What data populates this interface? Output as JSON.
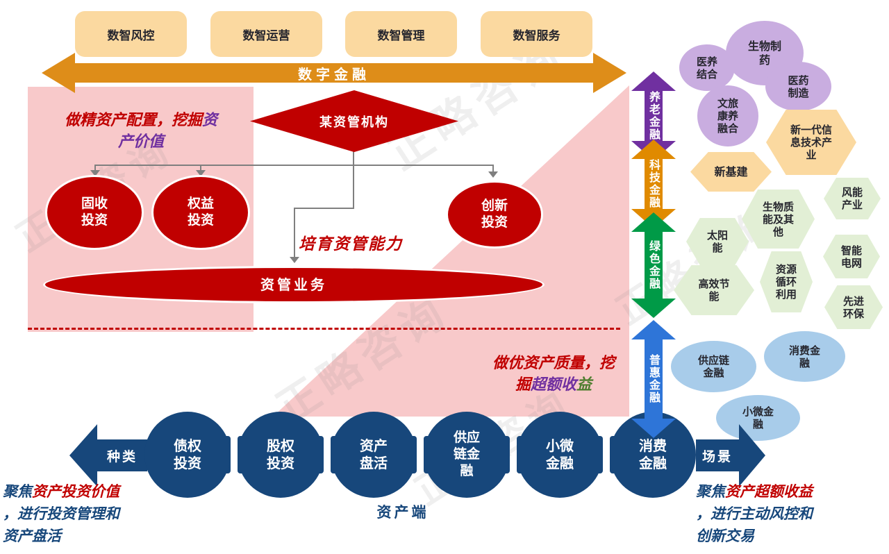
{
  "colors": {
    "red": "#C00000",
    "purple": "#7030A0",
    "dark_blue": "#17477B",
    "green_text": "#4E7D2F",
    "orange_arrow": "#DE8D19",
    "tan_box": "#FBD9A0",
    "pink": "#F8C9CA",
    "pension_arrow": "#7030A0",
    "tech_arrow": "#E08A00",
    "green_arrow": "#009A47",
    "inclusive_arrow": "#2E75D8",
    "purple_bubble": "#C9ADE0",
    "green_hex": "#E2EFD5",
    "blue_bubble": "#A8CCEA",
    "circle_blue": "#17477B",
    "connector_gray": "#7F7F7F"
  },
  "top_boxes": {
    "items": [
      {
        "label": "数智风控"
      },
      {
        "label": "数智运营"
      },
      {
        "label": "数智管理"
      },
      {
        "label": "数智服务"
      }
    ]
  },
  "digital_finance_arrow": {
    "label": "数字金融"
  },
  "diamond": {
    "label": "某资管机构"
  },
  "ellipses": {
    "fixed_income": {
      "label": "固收\n投资"
    },
    "equity": {
      "label": "权益\n投资"
    },
    "innovation": {
      "label": "创新\n投资"
    },
    "asset_mgmt": {
      "label": "资管业务"
    }
  },
  "annotations": {
    "top_left": {
      "segments": [
        {
          "t": "做精资产配置，挖掘",
          "c": "red"
        },
        {
          "t": "资\n产价值",
          "c": "purple"
        }
      ]
    },
    "nurture": {
      "text": "培育资管能力"
    },
    "mid_right": {
      "segments": [
        {
          "t": "做优资产质量，挖\n掘",
          "c": "red"
        },
        {
          "t": "超额收",
          "c": "purple"
        },
        {
          "t": "益",
          "c": "green_text"
        }
      ]
    },
    "bottom_left": {
      "segments": [
        {
          "t": "聚焦",
          "c": "dark_blue"
        },
        {
          "t": "资产投资价值",
          "c": "red"
        },
        {
          "t": "\n，进行投资管理和\n资产盘活",
          "c": "dark_blue"
        }
      ]
    },
    "bottom_right": {
      "segments": [
        {
          "t": "聚焦",
          "c": "dark_blue"
        },
        {
          "t": "资产超额收益",
          "c": "red"
        },
        {
          "t": "\n，进行主动风控和\n创新交易",
          "c": "dark_blue"
        }
      ]
    }
  },
  "finance_tracks": [
    {
      "label": "养老金融"
    },
    {
      "label": "科技金融"
    },
    {
      "label": "绿色金融"
    },
    {
      "label": "普惠金融"
    }
  ],
  "pension_bubbles": [
    {
      "label": "医养\n结合"
    },
    {
      "label": "生物制\n药"
    },
    {
      "label": "医药\n制造"
    },
    {
      "label": "文旅\n康养\n融合"
    }
  ],
  "tech_hexes": [
    {
      "label": "新一代信\n息技术产\n业"
    },
    {
      "label": "新基建"
    }
  ],
  "green_hexes": [
    {
      "label": "生物质\n能及其\n他"
    },
    {
      "label": "风能\n产业"
    },
    {
      "label": "太阳\n能"
    },
    {
      "label": "智能\n电网"
    },
    {
      "label": "高效节\n能"
    },
    {
      "label": "资源\n循环\n利用"
    },
    {
      "label": "先进\n环保"
    }
  ],
  "inclusive_bubbles": [
    {
      "label": "供应链\n金融"
    },
    {
      "label": "消费金\n融"
    },
    {
      "label": "小微金\n融"
    }
  ],
  "bottom_row": {
    "left_arrow_label": "种类",
    "right_arrow_label": "场景",
    "asset_side_label": "资产端",
    "circles": [
      {
        "label": "债权\n投资"
      },
      {
        "label": "股权\n投资"
      },
      {
        "label": "资产\n盘活"
      },
      {
        "label": "供应\n链金\n融"
      },
      {
        "label": "小微\n金融"
      },
      {
        "label": "消费\n金融"
      }
    ]
  },
  "watermark": {
    "text": "正略咨询"
  }
}
